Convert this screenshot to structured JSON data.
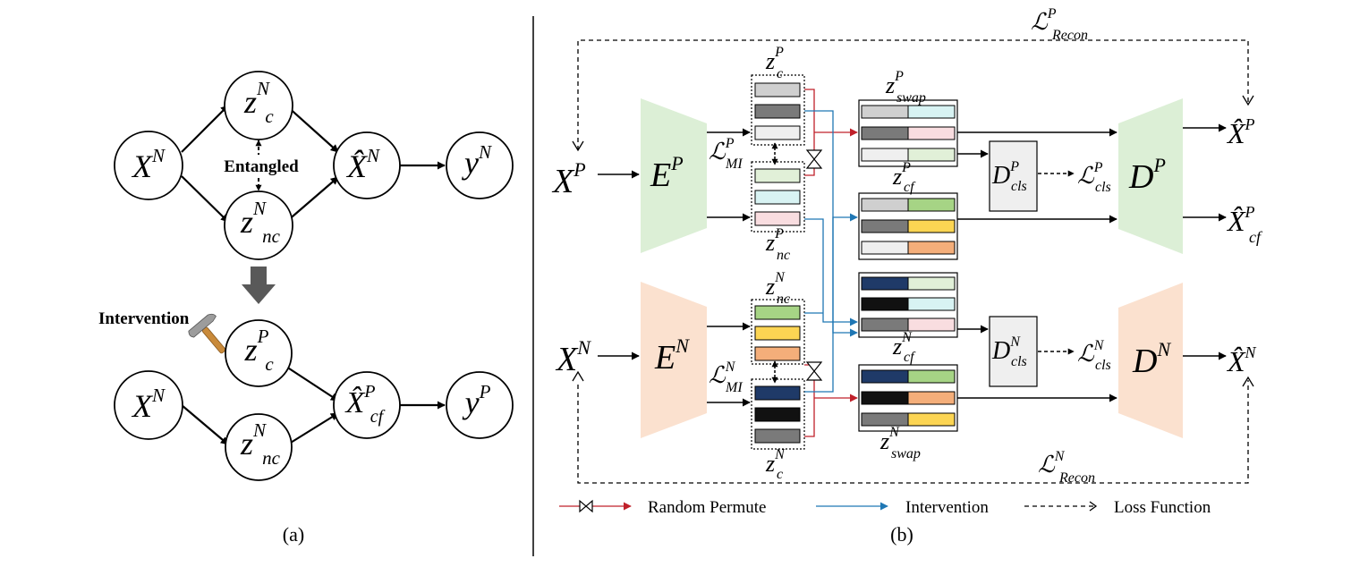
{
  "panel_a": {
    "caption": "(a)",
    "nodes": {
      "xn_top": {
        "base": "X",
        "sup": "N"
      },
      "zc_top": {
        "base": "z",
        "sup": "N",
        "sub": "c"
      },
      "znc_top": {
        "base": "z",
        "sup": "N",
        "sub": "nc"
      },
      "xhat_top": {
        "base": "X̂",
        "sup": "N"
      },
      "y_top": {
        "base": "y",
        "sup": "N"
      },
      "xn_bottom": {
        "base": "X",
        "sup": "N"
      },
      "zc_bottom": {
        "base": "z",
        "sup": "P",
        "sub": "c"
      },
      "znc_bottom": {
        "base": "z",
        "sup": "N",
        "sub": "nc"
      },
      "xhat_bottom": {
        "base": "X̂",
        "sup": "P",
        "sub": "cf"
      },
      "y_bottom": {
        "base": "y",
        "sup": "P"
      }
    },
    "entangled_label": "Entangled",
    "intervention_label": "Intervention"
  },
  "panel_b": {
    "caption": "(b)",
    "inputs": {
      "xp": {
        "base": "X",
        "sup": "P"
      },
      "xn": {
        "base": "X",
        "sup": "N"
      }
    },
    "encoders": {
      "ep": {
        "base": "E",
        "sup": "P"
      },
      "en": {
        "base": "E",
        "sup": "N"
      }
    },
    "decoders": {
      "dp": {
        "base": "D",
        "sup": "P"
      },
      "dn": {
        "base": "D",
        "sup": "N"
      }
    },
    "classifiers": {
      "dcls_p": {
        "base": "D",
        "sup": "P",
        "sub": "cls"
      },
      "dcls_n": {
        "base": "D",
        "sup": "N",
        "sub": "cls"
      }
    },
    "latents": {
      "zc_p": {
        "base": "z",
        "sup": "P",
        "sub": "c"
      },
      "znc_p": {
        "base": "z",
        "sup": "P",
        "sub": "nc"
      },
      "znc_n": {
        "base": "z",
        "sup": "N",
        "sub": "nc"
      },
      "zc_n": {
        "base": "z",
        "sup": "N",
        "sub": "c"
      },
      "zswap_p": {
        "base": "z",
        "sup": "P",
        "sub": "swap"
      },
      "zcf_p": {
        "base": "z",
        "sup": "P",
        "sub": "cf"
      },
      "zcf_n": {
        "base": "z",
        "sup": "N",
        "sub": "cf"
      },
      "zswap_n": {
        "base": "z",
        "sup": "N",
        "sub": "swap"
      }
    },
    "losses": {
      "mi_p": {
        "base": "ℒ",
        "sup": "P",
        "sub": "MI"
      },
      "mi_n": {
        "base": "ℒ",
        "sup": "N",
        "sub": "MI"
      },
      "cls_p": {
        "base": "ℒ",
        "sup": "P",
        "sub": "cls"
      },
      "cls_n": {
        "base": "ℒ",
        "sup": "N",
        "sub": "cls"
      },
      "recon_p": {
        "base": "ℒ",
        "sup": "P",
        "sub": "Recon"
      },
      "recon_n": {
        "base": "ℒ",
        "sup": "N",
        "sub": "Recon"
      }
    },
    "outputs": {
      "xhat_p": {
        "base": "X̂",
        "sup": "P"
      },
      "xhat_cf_p": {
        "base": "X̂",
        "sup": "P",
        "sub": "cf"
      },
      "xhat_n": {
        "base": "X̂",
        "sup": "N"
      }
    },
    "legend": {
      "random_permute": "Random Permute",
      "intervention": "Intervention",
      "loss_function": "Loss Function"
    }
  },
  "colors": {
    "encoder_p_fill": "#dcefd6",
    "encoder_n_fill": "#fbe1cf",
    "permute_red": "#c0202a",
    "intervention_blue": "#1f77b4",
    "light_gray": "#cfcfcf",
    "mid_gray": "#7a7a7a",
    "near_white": "#efefef",
    "light_cyan": "#d8f3f3",
    "light_pink": "#f9dde0",
    "light_green": "#e1f0d8",
    "green": "#a6d485",
    "yellow": "#fcd553",
    "orange": "#f4ae7a",
    "navy": "#1f3a68",
    "black": "#111111",
    "classifier_fill": "#efefef"
  }
}
